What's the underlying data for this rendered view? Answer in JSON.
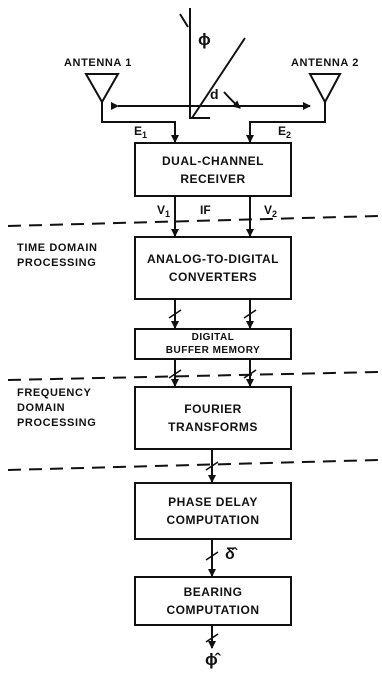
{
  "antennas": {
    "left": "ANTENNA 1",
    "right": "ANTENNA 2"
  },
  "baseline_label": "d",
  "angle_symbol": "ϕ",
  "signals": {
    "e1": "E",
    "e1_sub": "1",
    "e2": "E",
    "e2_sub": "2",
    "v1": "V",
    "v1_sub": "1",
    "if": "IF",
    "v2": "V",
    "v2_sub": "2",
    "delay": "δ̂",
    "bearing": "ϕ̂"
  },
  "boxes": {
    "receiver": [
      "DUAL-CHANNEL",
      "RECEIVER"
    ],
    "adc": [
      "ANALOG-TO-DIGITAL",
      "CONVERTERS"
    ],
    "buffer": [
      "DIGITAL",
      "BUFFER MEMORY"
    ],
    "fourier": [
      "FOURIER",
      "TRANSFORMS"
    ],
    "phase": [
      "PHASE DELAY",
      "COMPUTATION"
    ],
    "bearing": [
      "BEARING",
      "COMPUTATION"
    ]
  },
  "sections": {
    "time": [
      "TIME DOMAIN",
      "PROCESSING"
    ],
    "frequency": [
      "FREQUENCY",
      "DOMAIN",
      "PROCESSING"
    ]
  }
}
